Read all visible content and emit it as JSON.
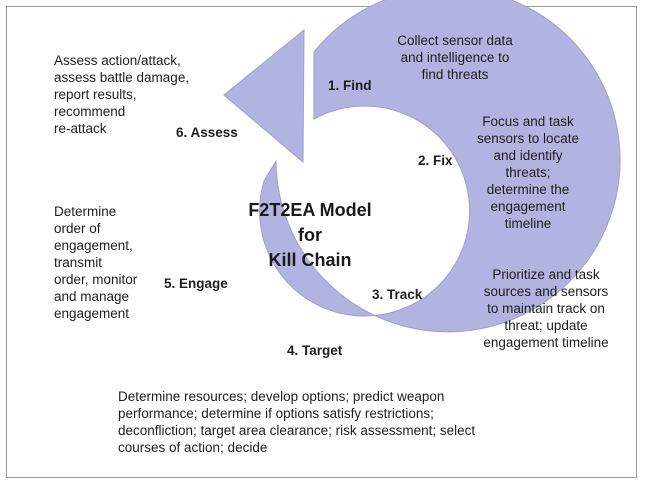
{
  "diagram": {
    "title": "F2T2EA Model\nfor\nKill Chain",
    "ring_color": "#b3b3e2",
    "stages": [
      {
        "key": "find",
        "label": "1. Find",
        "description": "Collect sensor data\nand intelligence to\nfind threats"
      },
      {
        "key": "fix",
        "label": "2. Fix",
        "description": "Focus and task\nsensors to locate\nand identify\nthreats;\ndetermine the\nengagement\ntimeline"
      },
      {
        "key": "track",
        "label": "3. Track",
        "description": "Prioritize and task\nsources and sensors\nto maintain track on\nthreat; update\nengagement timeline"
      },
      {
        "key": "target",
        "label": "4. Target",
        "description": "Determine resources; develop options; predict weapon\nperformance; determine if options satisfy restrictions;\ndeconfliction; target area clearance; risk assessment; select\ncourses of action; decide"
      },
      {
        "key": "engage",
        "label": "5. Engage",
        "description": "Determine\norder of\nengagement,\ntransmit\norder, monitor\nand manage\nengagement"
      },
      {
        "key": "assess",
        "label": "6. Assess",
        "description": "Assess action/attack,\nassess battle damage,\nreport results,\nrecommend\nre-attack"
      }
    ]
  }
}
